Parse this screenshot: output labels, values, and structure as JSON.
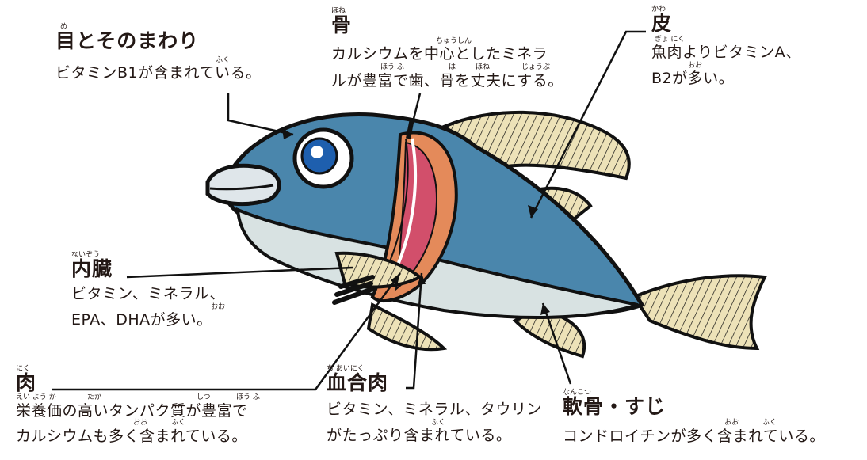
{
  "labels": {
    "eyes": {
      "ruby": "め",
      "title": "目とそのまわり",
      "desc": [
        "ビタミンB1が含まれている。"
      ],
      "desc_ruby": "ふく"
    },
    "bone": {
      "ruby": "ほね",
      "title": "骨",
      "desc": [
        "カルシウムを中心としたミネラ",
        "ルが豊富で歯、骨を丈夫にする。"
      ],
      "desc_ruby_line1": "ちゅうしん",
      "desc_ruby_line2": [
        "ほう ふ",
        "は",
        "ほね",
        "じょうぶ"
      ]
    },
    "skin": {
      "ruby": "かわ",
      "title": "皮",
      "desc": [
        "魚肉よりビタミンA、",
        "B2が多い。"
      ],
      "desc_ruby_line1": "ぎょ にく",
      "desc_ruby_line2": "おお"
    },
    "organs": {
      "ruby": "ないぞう",
      "title": "内臓",
      "desc": [
        "ビタミン、ミネラル、",
        "EPA、DHAが多い。"
      ],
      "desc_ruby": "おお"
    },
    "meat": {
      "ruby": "にく",
      "title": "肉",
      "desc": [
        "栄養価の高いタンパク質が豊富で",
        "カルシウムも多く含まれている。"
      ],
      "desc_ruby_line1": [
        "えい よう か",
        "たか",
        "しつ",
        "ほう ふ"
      ],
      "desc_ruby_line2": [
        "おお",
        "ふく"
      ]
    },
    "blood_meat": {
      "ruby": "ち あいにく",
      "title": "血合肉",
      "desc": [
        "ビタミン、ミネラル、タウリン",
        "がたっぷり含まれている。"
      ],
      "desc_ruby": "ふく"
    },
    "cartilage": {
      "ruby": "なんこつ",
      "title": "軟骨・すじ",
      "desc": [
        "コンドロイチンが多く含まれている。"
      ],
      "desc_ruby": [
        "おお",
        "ふく"
      ]
    }
  },
  "colors": {
    "fish_blue": "#4a86ac",
    "belly": "#d8e2e2",
    "fin": "#ede2b8",
    "gill_red": "#d24f6b",
    "gill_orange": "#e48a5a",
    "eye_blue": "#1e5fae",
    "outline": "#111111"
  }
}
